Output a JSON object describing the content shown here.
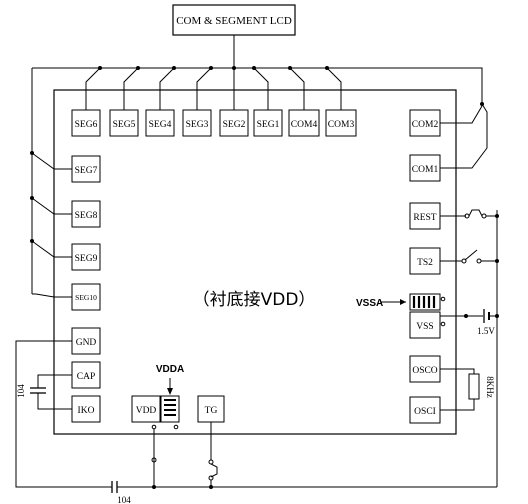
{
  "lcd": {
    "label": "COM & SEGMENT LCD"
  },
  "chip": {
    "center_label": "（衬底接VDD）",
    "top_pins": [
      "SEG6",
      "SEG5",
      "SEG4",
      "SEG3",
      "SEG2",
      "SEG1",
      "COM4",
      "COM3"
    ],
    "left_pins": [
      "SEG7",
      "SEG8",
      "SEG9",
      "SEG10",
      "GND",
      "CAP",
      "IKO"
    ],
    "right_pins": [
      "COM2",
      "COM1",
      "REST",
      "TS2",
      "VSS",
      "OSCO",
      "OSCI"
    ],
    "bottom_pins": [
      "VDD",
      "TG"
    ]
  },
  "annotations": {
    "vssa": "VSSA",
    "vdda": "VDDA",
    "battery": "1.5V",
    "crystal": "8KHz",
    "cap_left": "104",
    "cap_bottom": "104"
  }
}
